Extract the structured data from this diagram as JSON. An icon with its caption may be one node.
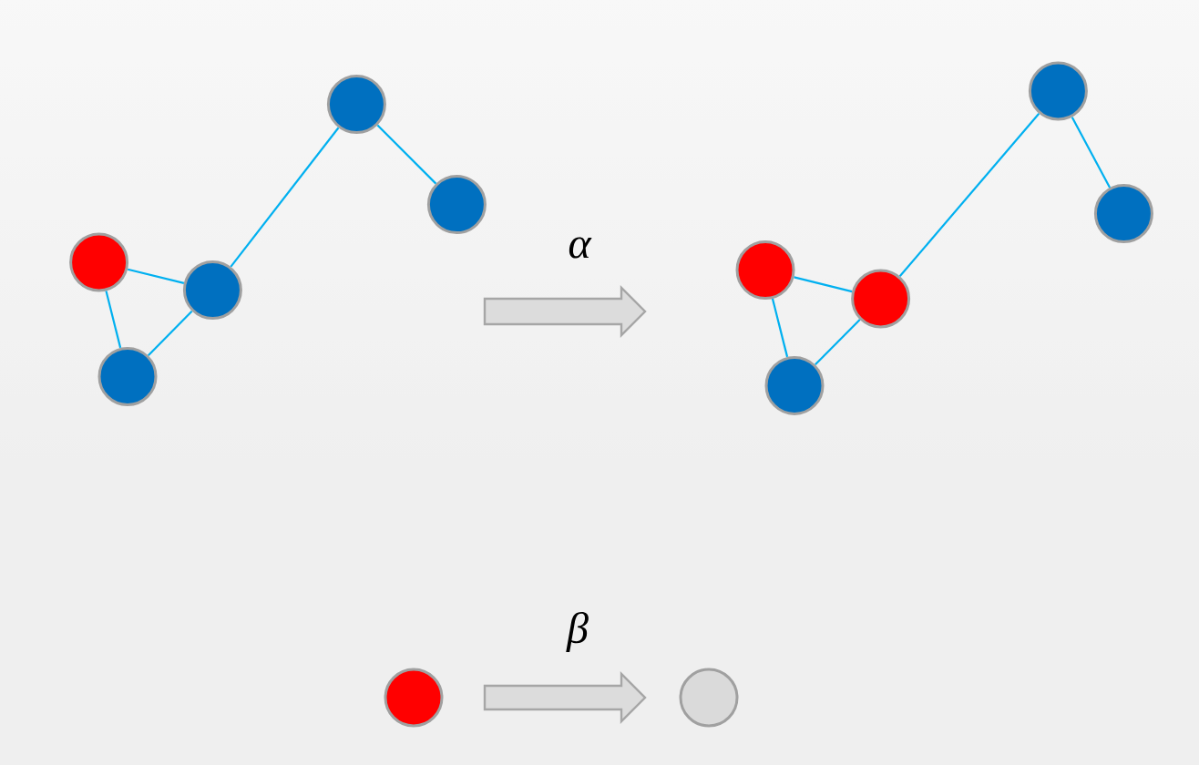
{
  "diagram": {
    "nodes": [
      {
        "text": [],
        "shape": "circle"
      },
      {
        "text": [],
        "shape": "circle"
      },
      {
        "text": [],
        "shape": "circle"
      },
      {
        "text": [],
        "shape": "circle"
      },
      {
        "text": [],
        "shape": "circle"
      },
      {
        "text": [],
        "shape": "circle"
      },
      {
        "text": [],
        "shape": "circle"
      },
      {
        "text": [],
        "shape": "circle"
      },
      {
        "text": [],
        "shape": "circle"
      },
      {
        "text": [],
        "shape": "circle"
      },
      {
        "text": [],
        "shape": "circle"
      },
      {
        "text": [],
        "shape": "circle"
      }
    ],
    "edges": [
      {
        "from": 0,
        "to": 1,
        "arrow": "none"
      },
      {
        "from": 0,
        "to": 3,
        "arrow": "none"
      },
      {
        "from": 2,
        "to": 3,
        "arrow": "none"
      },
      {
        "from": 2,
        "to": 4,
        "arrow": "none"
      },
      {
        "from": 3,
        "to": 4,
        "arrow": "none"
      },
      {
        "from": 5,
        "to": 6,
        "arrow": "none"
      },
      {
        "from": 5,
        "to": 8,
        "arrow": "none"
      },
      {
        "from": 7,
        "to": 8,
        "arrow": "none"
      },
      {
        "from": 7,
        "to": 9,
        "arrow": "none"
      },
      {
        "from": 8,
        "to": 9,
        "arrow": "none"
      },
      {
        "from": 10,
        "to": 11,
        "arrow": "to",
        "label": "β",
        "style": "thick",
        "color": "#a6a6a6"
      }
    ],
    "labels": [
      "α"
    ]
  }
}
